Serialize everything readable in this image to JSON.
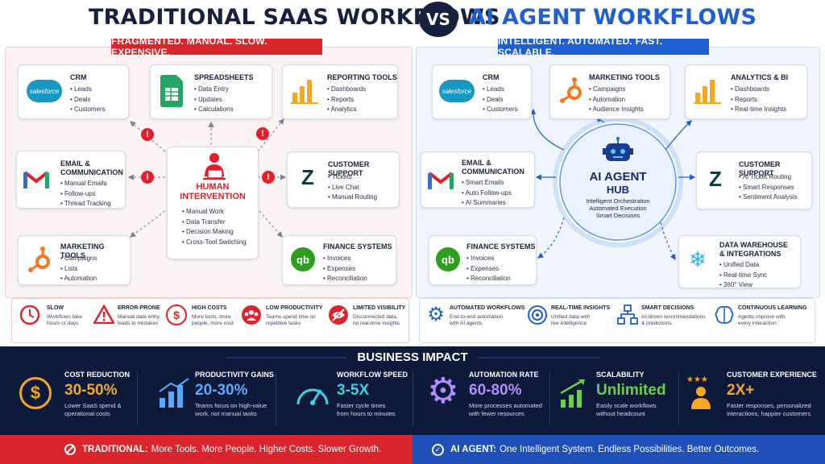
{
  "header": {
    "left_title": "TRADITIONAL SAAS WORKFLOWS",
    "vs": "VS",
    "right_title": "AI AGENT WORKFLOWS",
    "left_banner": "FRAGMENTED. MANUAL. SLOW. EXPENSIVE.",
    "right_banner": "INTELLIGENT. AUTOMATED. FAST. SCALABLE."
  },
  "colors": {
    "red": "#d9252b",
    "blue": "#1f5fd1",
    "navy": "#0e1a3a",
    "orange": "#f5a623"
  },
  "traditional": {
    "crm": {
      "title": "CRM",
      "items": [
        "Leads",
        "Deals",
        "Customers"
      ],
      "logo": "salesforce"
    },
    "spreadsheets": {
      "title": "SPREADSHEETS",
      "items": [
        "Data Entry",
        "Updates",
        "Calculations"
      ]
    },
    "reporting": {
      "title": "REPORTING TOOLS",
      "items": [
        "Dashboards",
        "Reports",
        "Analytics"
      ]
    },
    "email": {
      "title1": "EMAIL &",
      "title2": "COMMUNICATION",
      "items": [
        "Manual Emails",
        "Follow-ups",
        "Thread Tracking"
      ]
    },
    "support": {
      "title": "CUSTOMER SUPPORT",
      "items": [
        "Tickets",
        "Live Chat",
        "Manual Routing"
      ]
    },
    "marketing": {
      "title": "MARKETING TOOLS",
      "items": [
        "Campaigns",
        "Lists",
        "Automation"
      ]
    },
    "finance": {
      "title": "FINANCE SYSTEMS",
      "items": [
        "Invoices",
        "Expenses",
        "Reconciliation"
      ],
      "logo": "qb"
    },
    "center": {
      "title1": "HUMAN",
      "title2": "INTERVENTION",
      "items": [
        "Manual Work",
        "Data Transfer",
        "Decision Making",
        "Cross-Tool Switching"
      ]
    },
    "warn_symbol": "!"
  },
  "ai": {
    "crm": {
      "title": "CRM",
      "items": [
        "Leads",
        "Deals",
        "Customers"
      ],
      "logo": "salesforce"
    },
    "marketing": {
      "title": "MARKETING TOOLS",
      "items": [
        "Campaigns",
        "Automation",
        "Audience Insights"
      ]
    },
    "analytics": {
      "title": "ANALYTICS & BI",
      "items": [
        "Dashboards",
        "Reports",
        "Real-time Insights"
      ]
    },
    "email": {
      "title1": "EMAIL &",
      "title2": "COMMUNICATION",
      "items": [
        "Smart Emails",
        "Auto Follow-ups",
        "AI Summaries"
      ]
    },
    "support": {
      "title": "CUSTOMER SUPPORT",
      "items": [
        "AI Ticket Routing",
        "Smart Responses",
        "Sentiment Analysis"
      ]
    },
    "finance": {
      "title": "FINANCE SYSTEMS",
      "items": [
        "Invoices",
        "Expenses",
        "Reconciliation"
      ],
      "logo": "qb"
    },
    "warehouse": {
      "title1": "DATA WAREHOUSE",
      "title2": "& INTEGRATIONS",
      "items": [
        "Unified Data",
        "Real-time Sync",
        "360° View"
      ]
    },
    "hub": {
      "title1": "AI AGENT",
      "title2": "HUB",
      "lines": [
        "Intelligent Orchestration",
        "Automated Execution",
        "Smart Decisions"
      ]
    }
  },
  "problems": [
    {
      "title": "SLOW",
      "desc1": "Workflows take",
      "desc2": "hours or days",
      "icon": "clock-icon"
    },
    {
      "title": "ERROR-PRONE",
      "desc1": "Manual data entry",
      "desc2": "leads to mistakes",
      "icon": "warning-icon"
    },
    {
      "title": "HIGH COSTS",
      "desc1": "More tools, more",
      "desc2": "people, more cost",
      "icon": "dollar-icon"
    },
    {
      "title": "LOW PRODUCTIVITY",
      "desc1": "Teams spend time on",
      "desc2": "repetitive tasks",
      "icon": "people-icon"
    },
    {
      "title": "LIMITED VISIBILITY",
      "desc1": "Disconnected data,",
      "desc2": "no real-time insights",
      "icon": "eye-off-icon"
    }
  ],
  "benefits": [
    {
      "title": "AUTOMATED WORKFLOWS",
      "desc1": "End-to-end automation",
      "desc2": "with AI agents",
      "icon": "gear-icon"
    },
    {
      "title": "REAL-TIME INSIGHTS",
      "desc1": "Unified data with",
      "desc2": "live intelligence",
      "icon": "target-icon"
    },
    {
      "title": "SMART DECISIONS",
      "desc1": "AI-driven recommendations",
      "desc2": "& predictions",
      "icon": "network-icon"
    },
    {
      "title": "CONTINUOUS LEARNING",
      "desc1": "Agents improve with",
      "desc2": "every interaction",
      "icon": "brain-icon"
    }
  ],
  "impact": {
    "title": "BUSINESS IMPACT",
    "metrics": [
      {
        "title": "COST REDUCTION",
        "value": "30-50%",
        "desc1": "Lower SaaS spend &",
        "desc2": "operational costs",
        "color": "#f5a623"
      },
      {
        "title": "PRODUCTIVITY GAINS",
        "value": "20-30%",
        "desc1": "Teams focus on high-value",
        "desc2": "work, not manual tasks",
        "color": "#5aa8ff"
      },
      {
        "title": "WORKFLOW SPEED",
        "value": "3-5X",
        "desc1": "Faster cycle times",
        "desc2": "from hours to minutes",
        "color": "#3ed1e0"
      },
      {
        "title": "AUTOMATION RATE",
        "value": "60-80%",
        "desc1": "More processes automated",
        "desc2": "with fewer resources",
        "color": "#b58cff"
      },
      {
        "title": "SCALABILITY",
        "value": "Unlimited",
        "desc1": "Easily scale workflows",
        "desc2": "without headcount",
        "color": "#6ad04a"
      },
      {
        "title": "CUSTOMER EXPERIENCE",
        "value": "2X+",
        "desc1": "Faster responses, personalized",
        "desc2": "interactions, happier customers",
        "color": "#f5a623"
      }
    ]
  },
  "footer": {
    "left_bold": "TRADITIONAL:",
    "left_text": "More Tools. More People. Higher Costs. Slower Growth.",
    "right_bold": "AI AGENT:",
    "right_text": "One Intelligent System. Endless Possibilities. Better Outcomes."
  }
}
